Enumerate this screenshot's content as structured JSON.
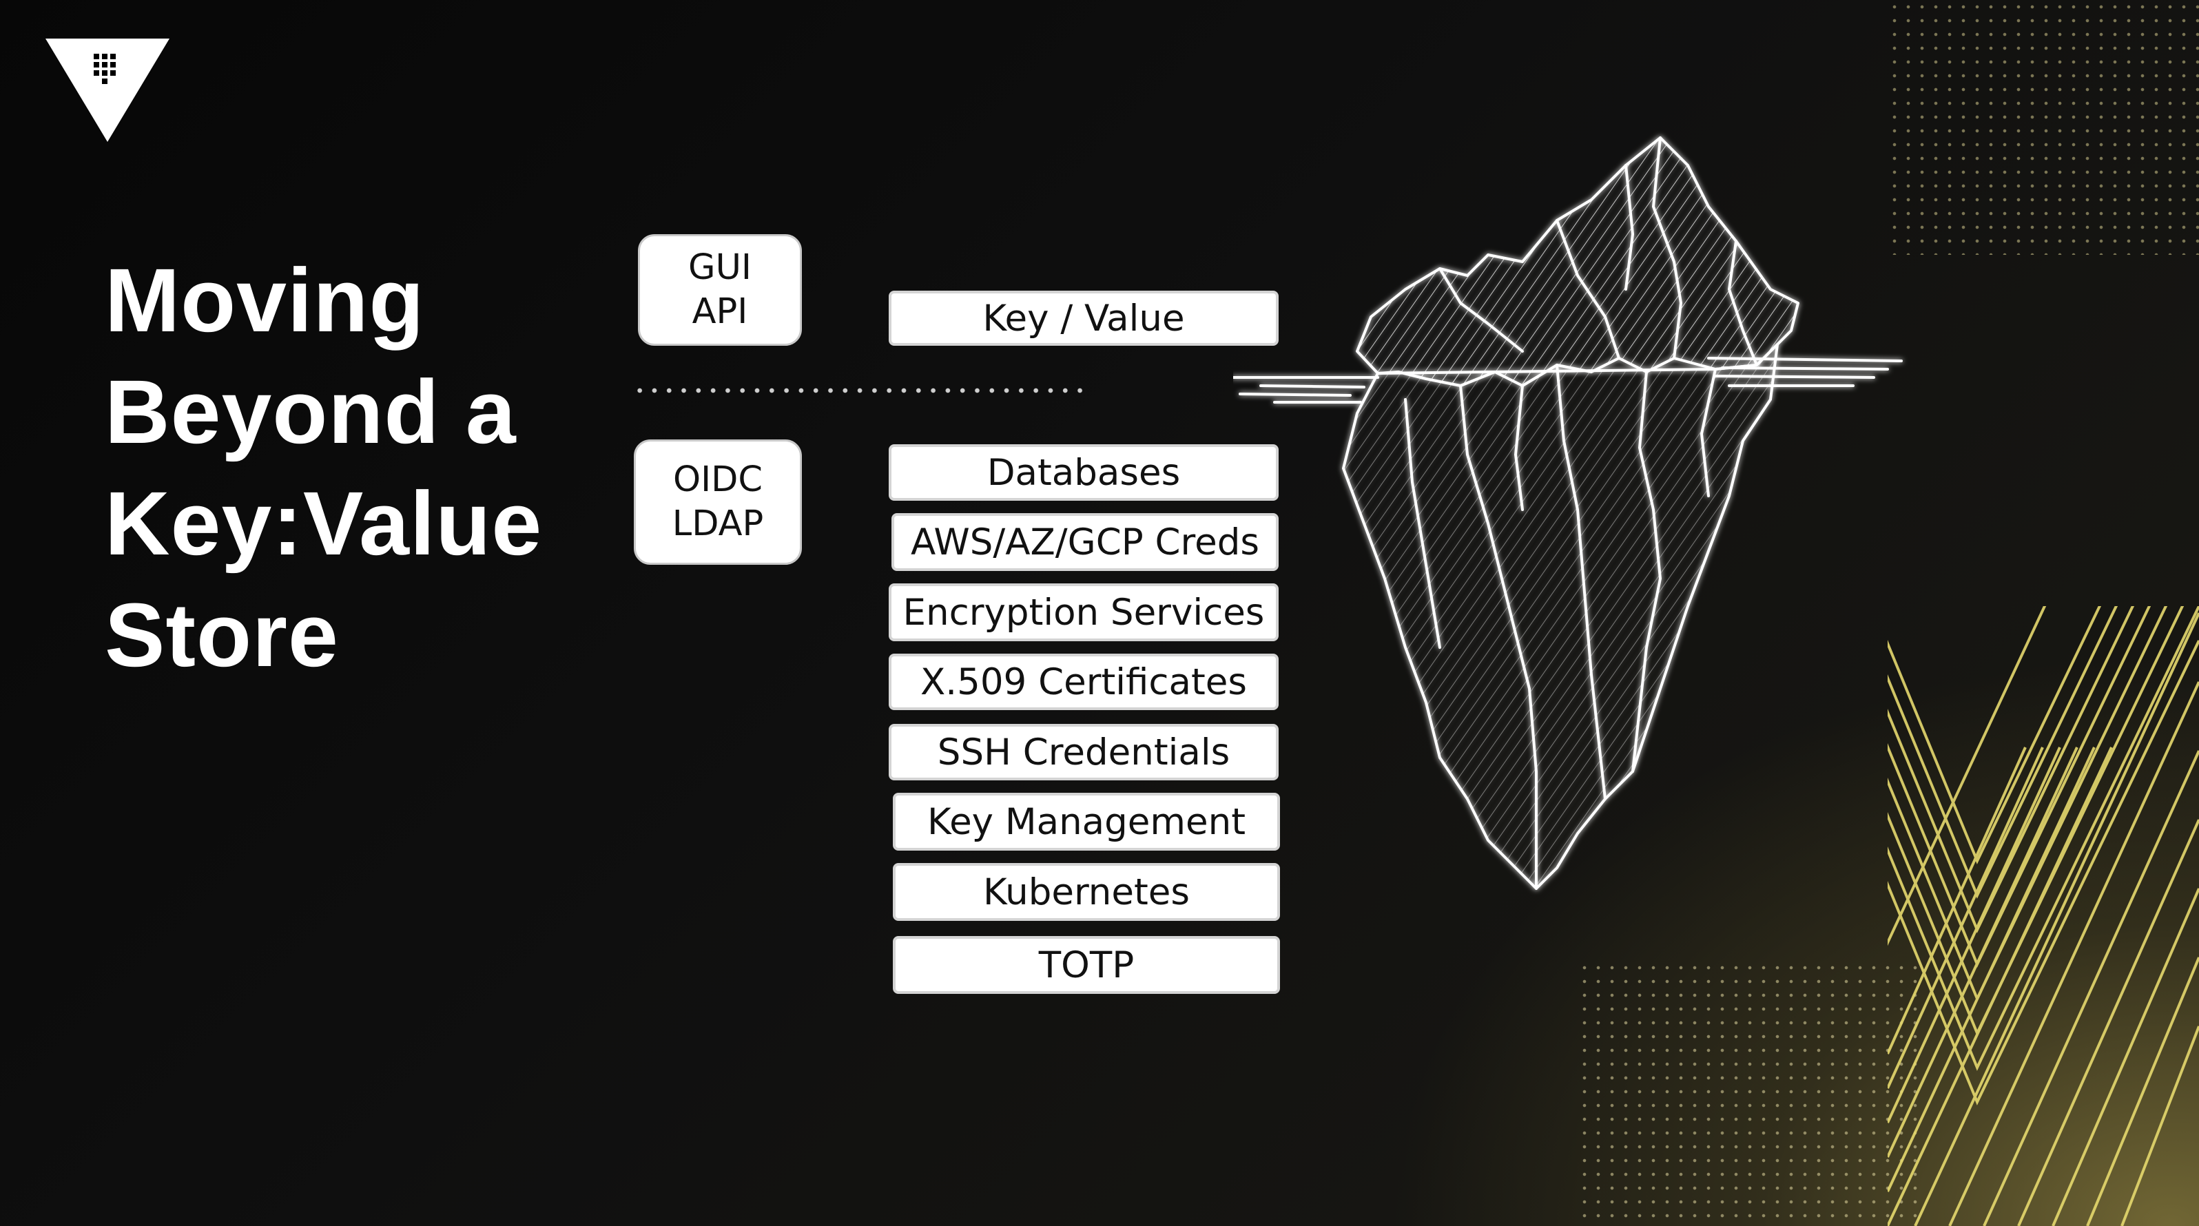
{
  "slide": {
    "title_lines": [
      "Moving",
      "Beyond a",
      "Key:Value",
      "Store"
    ],
    "logo_icon": "vault-triangle-icon",
    "illustration_icon": "iceberg-icon"
  },
  "auth_methods": {
    "top": [
      "GUI",
      "API"
    ],
    "bottom": [
      "OIDC",
      "LDAP"
    ]
  },
  "engines": {
    "above_water": "Key / Value",
    "below_water": [
      "Databases",
      "AWS/AZ/GCP Creds",
      "Encryption Services",
      "X.509 Certificates",
      "SSH Credentials",
      "Key Management",
      "Kubernetes",
      "TOTP"
    ]
  },
  "colors": {
    "background": "#0d0d0d",
    "accent_gold": "#e8dc7a",
    "box_fill": "#ffffff",
    "text_primary": "#ffffff"
  }
}
